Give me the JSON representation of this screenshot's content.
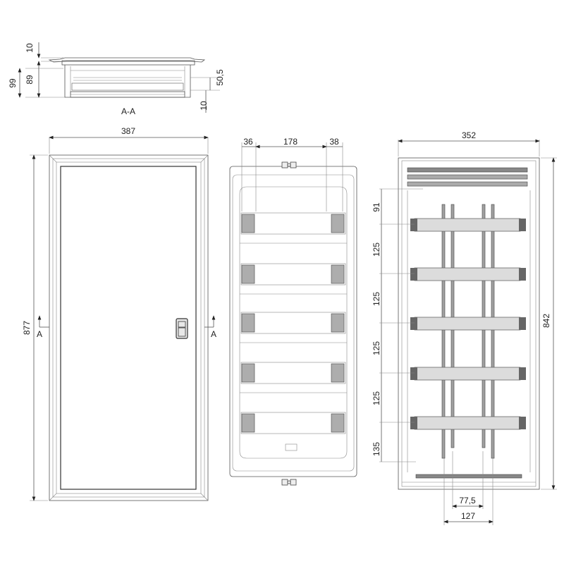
{
  "section_view": {
    "label": "A-A",
    "dims": {
      "top_flange": "10",
      "total_depth": "99",
      "body_depth": "89",
      "rail_height": "50,5",
      "bottom_offset": "10"
    }
  },
  "front_door_view": {
    "width": "387",
    "height": "877",
    "section_marker_left": "A",
    "section_marker_right": "A"
  },
  "cover_view": {
    "dims": {
      "left_margin": "36",
      "module_width": "178",
      "right_margin": "38"
    },
    "rows": 5
  },
  "inner_view": {
    "width": "352",
    "height": "842",
    "row_pitches": [
      "91",
      "125",
      "125",
      "125",
      "125",
      "135"
    ],
    "bottom_dims": {
      "inner_rails": "77,5",
      "outer_rails": "127"
    }
  },
  "colors": {
    "line": "#555555",
    "text": "#222222",
    "background": "#ffffff"
  }
}
